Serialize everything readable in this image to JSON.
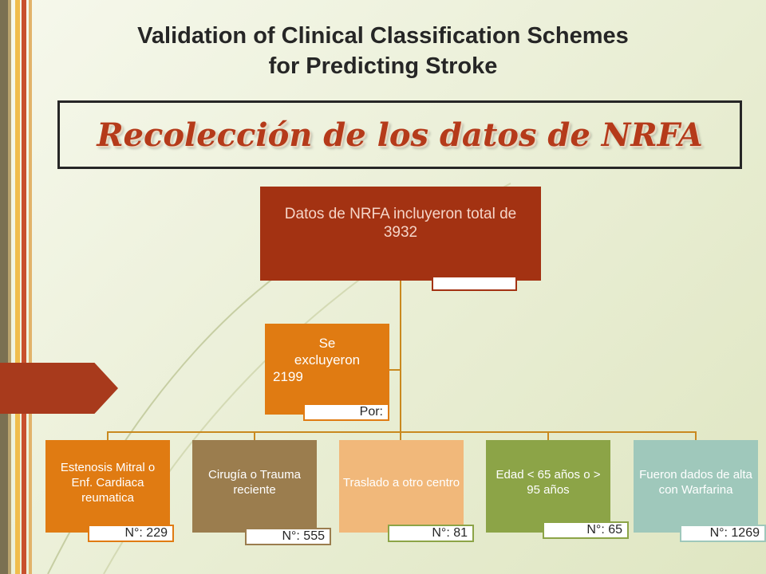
{
  "title": {
    "line1": "Validation of Clinical Classification Schemes",
    "line2": "for Predicting Stroke"
  },
  "subtitle": "Recolección de los datos de NRFA",
  "root": {
    "text": "Datos de NRFA incluyeron total de 3932"
  },
  "excluded": {
    "line1": "Se",
    "line2": "excluyeron",
    "line3": "2199",
    "tab": "Por:"
  },
  "categories": [
    {
      "label": "Estenosis Mitral o Enf. Cardiaca reumatica",
      "count": "N°: 229"
    },
    {
      "label": "Cirugía o Trauma reciente",
      "count": "N°: 555"
    },
    {
      "label": "Traslado a otro centro",
      "count": "N°: 81"
    },
    {
      "label": "Edad < 65 años o > 95 años",
      "count": "N°: 65"
    },
    {
      "label": "Fueron dados de alta con Warfarina",
      "count": "N°: 1269"
    }
  ],
  "colors": {
    "root": "#a33212",
    "excluded": "#e07b12",
    "cat1": "#e07b12",
    "cat2": "#9b7d4e",
    "cat3": "#f1b87a",
    "cat4": "#8ca447",
    "cat5": "#9fc8bb",
    "connector": "#c9891f",
    "subtitle": "#b53a1a"
  }
}
